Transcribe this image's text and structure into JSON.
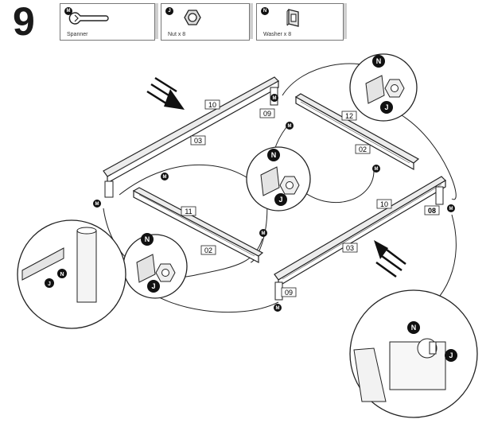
{
  "step": {
    "number": "9"
  },
  "parts": [
    {
      "badge": "M",
      "label": "Spanner",
      "icon": "spanner-icon"
    },
    {
      "badge": "J",
      "label": "Nut x 8",
      "icon": "nut-icon"
    },
    {
      "badge": "N",
      "label": "Washer x 8",
      "icon": "washer-icon"
    }
  ],
  "part_labels": {
    "rail_10_top": "10",
    "post_09_top": "09",
    "rail_03_left": "03",
    "rail_12": "12",
    "rail_02_right": "02",
    "rail_11": "11",
    "rail_02_left": "02",
    "rail_10_right": "10",
    "post_08": "08",
    "rail_03_right": "03",
    "post_09_bottom": "09"
  },
  "callout_badges": {
    "n": "N",
    "j": "J",
    "m": "M"
  }
}
